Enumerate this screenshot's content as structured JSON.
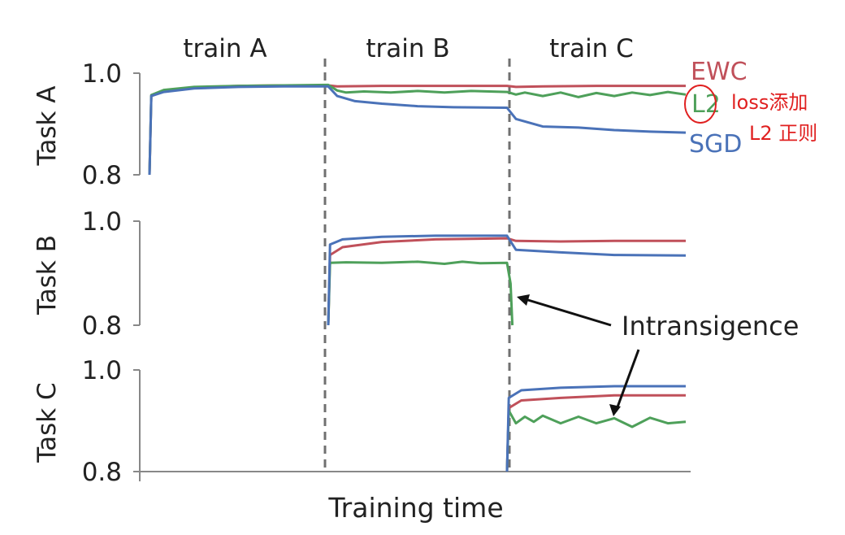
{
  "chart_data": {
    "type": "line",
    "phases": [
      "train A",
      "train B",
      "train C"
    ],
    "xlabel": "Training time",
    "legend": {
      "placement": "right",
      "entries": [
        "EWC",
        "L2",
        "SGD"
      ]
    },
    "handwritten_note": [
      "loss添加",
      "L2 正则"
    ],
    "annotation": "Intransigence",
    "colors": {
      "EWC": "#c0505a",
      "L2": "#4ea05a",
      "SGD": "#4a72b8",
      "note": "#e02020",
      "divider": "#707070",
      "axis": "#888888"
    },
    "x_range": [
      0,
      3
    ],
    "panels": [
      {
        "ylabel": "Task A",
        "ylim": [
          0.8,
          1.0
        ],
        "yticks": [
          "0.8",
          "1.0"
        ],
        "series": [
          {
            "name": "EWC",
            "x": [
              0.0,
              0.01,
              0.08,
              0.25,
              0.5,
              0.75,
              1.0,
              1.05,
              1.3,
              1.6,
              2.0,
              2.05,
              2.2,
              2.5,
              2.8,
              3.0
            ],
            "y": [
              0.8,
              0.955,
              0.965,
              0.972,
              0.975,
              0.976,
              0.976,
              0.974,
              0.975,
              0.975,
              0.975,
              0.973,
              0.974,
              0.975,
              0.975,
              0.975
            ]
          },
          {
            "name": "L2",
            "x": [
              0.0,
              0.01,
              0.08,
              0.25,
              0.5,
              0.75,
              1.0,
              1.05,
              1.1,
              1.2,
              1.35,
              1.5,
              1.65,
              1.8,
              2.0,
              2.05,
              2.1,
              2.2,
              2.3,
              2.4,
              2.5,
              2.6,
              2.7,
              2.8,
              2.9,
              3.0
            ],
            "y": [
              0.8,
              0.957,
              0.967,
              0.973,
              0.975,
              0.976,
              0.977,
              0.966,
              0.962,
              0.964,
              0.962,
              0.965,
              0.962,
              0.965,
              0.963,
              0.958,
              0.962,
              0.955,
              0.962,
              0.953,
              0.961,
              0.955,
              0.962,
              0.957,
              0.963,
              0.958
            ]
          },
          {
            "name": "SGD",
            "x": [
              0.0,
              0.01,
              0.08,
              0.25,
              0.5,
              0.75,
              1.0,
              1.05,
              1.15,
              1.3,
              1.5,
              1.7,
              2.0,
              2.05,
              2.2,
              2.4,
              2.6,
              2.8,
              3.0
            ],
            "y": [
              0.8,
              0.955,
              0.963,
              0.97,
              0.973,
              0.974,
              0.974,
              0.955,
              0.945,
              0.94,
              0.935,
              0.933,
              0.932,
              0.91,
              0.895,
              0.893,
              0.888,
              0.885,
              0.883
            ]
          }
        ]
      },
      {
        "ylabel": "Task B",
        "ylim": [
          0.8,
          1.0
        ],
        "yticks": [
          "0.8",
          "1.0"
        ],
        "series": [
          {
            "name": "EWC",
            "x": [
              1.0,
              1.01,
              1.08,
              1.3,
              1.6,
              2.0,
              2.05,
              2.3,
              2.6,
              3.0
            ],
            "y": [
              0.8,
              0.935,
              0.95,
              0.96,
              0.965,
              0.967,
              0.962,
              0.961,
              0.962,
              0.962
            ]
          },
          {
            "name": "L2",
            "x": [
              1.0,
              1.01,
              1.1,
              1.3,
              1.5,
              1.65,
              1.75,
              1.85,
              2.0,
              2.02,
              2.03
            ],
            "y": [
              0.8,
              0.92,
              0.921,
              0.92,
              0.922,
              0.918,
              0.922,
              0.919,
              0.92,
              0.88,
              0.8
            ]
          },
          {
            "name": "SGD",
            "x": [
              1.0,
              1.01,
              1.08,
              1.3,
              1.6,
              2.0,
              2.05,
              2.3,
              2.6,
              3.0
            ],
            "y": [
              0.8,
              0.955,
              0.965,
              0.97,
              0.972,
              0.972,
              0.945,
              0.94,
              0.935,
              0.934
            ]
          }
        ]
      },
      {
        "ylabel": "Task C",
        "ylim": [
          0.8,
          1.0
        ],
        "yticks": [
          "0.8",
          "1.0"
        ],
        "series": [
          {
            "name": "EWC",
            "x": [
              2.0,
              2.01,
              2.08,
              2.3,
              2.6,
              3.0
            ],
            "y": [
              0.8,
              0.925,
              0.94,
              0.945,
              0.95,
              0.95
            ]
          },
          {
            "name": "L2",
            "x": [
              2.0,
              2.01,
              2.05,
              2.1,
              2.15,
              2.2,
              2.3,
              2.4,
              2.5,
              2.6,
              2.7,
              2.8,
              2.9,
              3.0
            ],
            "y": [
              0.8,
              0.92,
              0.895,
              0.908,
              0.898,
              0.91,
              0.895,
              0.908,
              0.895,
              0.905,
              0.888,
              0.906,
              0.895,
              0.898
            ]
          },
          {
            "name": "SGD",
            "x": [
              2.0,
              2.01,
              2.08,
              2.3,
              2.6,
              3.0
            ],
            "y": [
              0.8,
              0.945,
              0.96,
              0.965,
              0.968,
              0.968
            ]
          }
        ]
      }
    ]
  }
}
